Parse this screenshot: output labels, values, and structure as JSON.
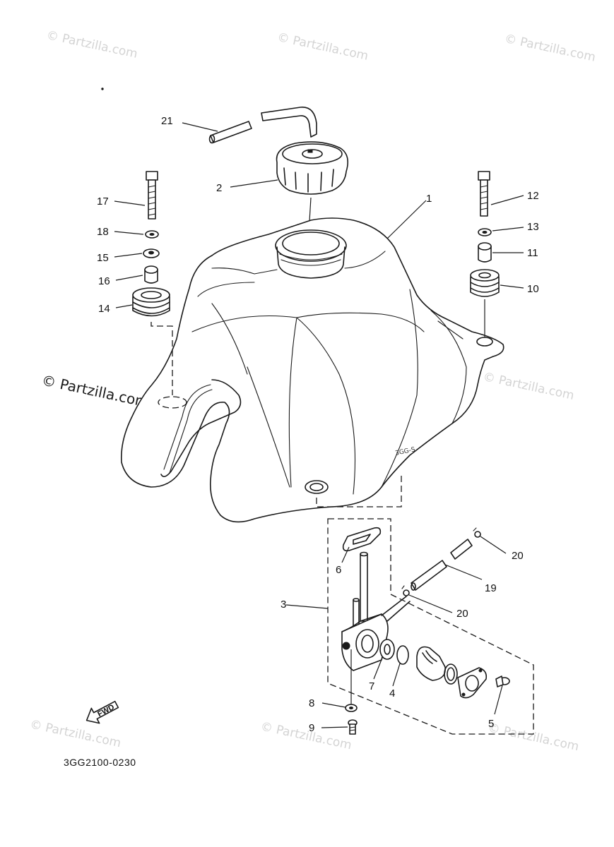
{
  "diagram": {
    "drawing_code": "3GG2100-0230",
    "direction_arrow": "FWD",
    "watermark_main": "© Partzilla.com",
    "watermark_faint": "© Partzilla.com",
    "callouts": {
      "c1": "1",
      "c2": "2",
      "c3": "3",
      "c4": "4",
      "c5": "5",
      "c6": "6",
      "c7": "7",
      "c8": "8",
      "c9": "9",
      "c10": "10",
      "c11": "11",
      "c12": "12",
      "c13": "13",
      "c14": "14",
      "c15": "15",
      "c16": "16",
      "c17": "17",
      "c18": "18",
      "c19": "19",
      "c20a": "20",
      "c20b": "20",
      "c21": "21"
    },
    "icons": {
      "fwd_arrow": "fwd-arrow-icon",
      "copyright": "copyright-icon"
    }
  }
}
